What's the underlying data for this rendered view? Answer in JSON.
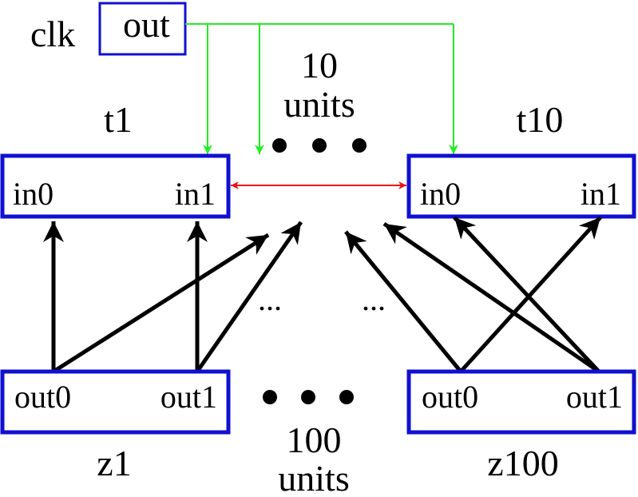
{
  "colors": {
    "box": "#1010d0",
    "clock_wire": "#22ee22",
    "link": "#ee1111",
    "wire": "#000000"
  },
  "clk": {
    "name": "clk",
    "port": "out"
  },
  "t_units": {
    "first": {
      "name": "t1",
      "in0": "in0",
      "in1": "in1"
    },
    "last": {
      "name": "t10",
      "in0": "in0",
      "in1": "in1"
    },
    "count_number": "10",
    "count_unit": "units"
  },
  "z_units": {
    "first": {
      "name": "z1",
      "out0": "out0",
      "out1": "out1"
    },
    "last": {
      "name": "z100",
      "out0": "out0",
      "out1": "out1"
    },
    "count_number": "100",
    "count_unit": "units"
  },
  "ellipsis": {
    "small": "..."
  }
}
